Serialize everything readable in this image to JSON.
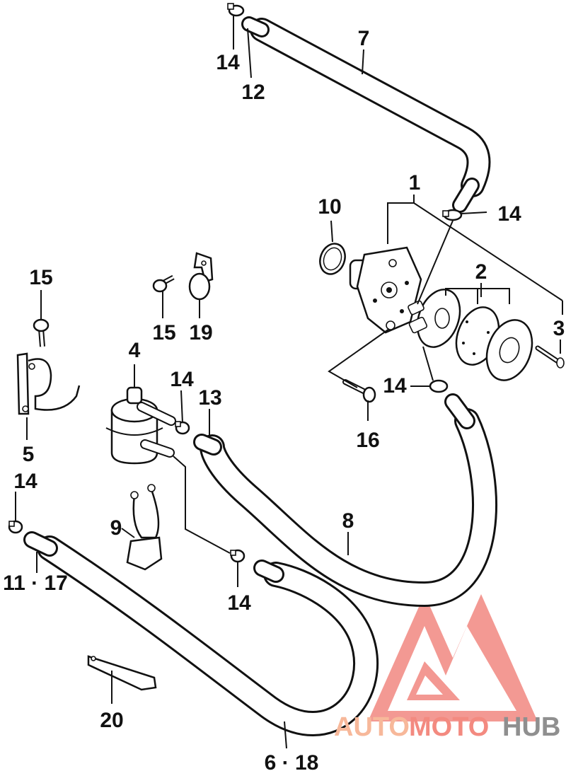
{
  "diagram": {
    "callouts": {
      "c1": "1",
      "c2": "2",
      "c3": "3",
      "c4": "4",
      "c5": "5",
      "c6_18": "6 · 18",
      "c7": "7",
      "c8": "8",
      "c9": "9",
      "c10": "10",
      "c11_17": "11 · 17",
      "c12": "12",
      "c13": "13",
      "c14": "14",
      "c15": "15",
      "c16": "16",
      "c19": "19",
      "c20": "20"
    },
    "watermark": {
      "auto": "AUTO",
      "moto": "MOTO",
      "hub": "HUB",
      "colors": {
        "auto": "#f7b89a",
        "moto": "#f38a80",
        "hub": "#8f8f8f",
        "logo": "#f07a72"
      }
    }
  }
}
